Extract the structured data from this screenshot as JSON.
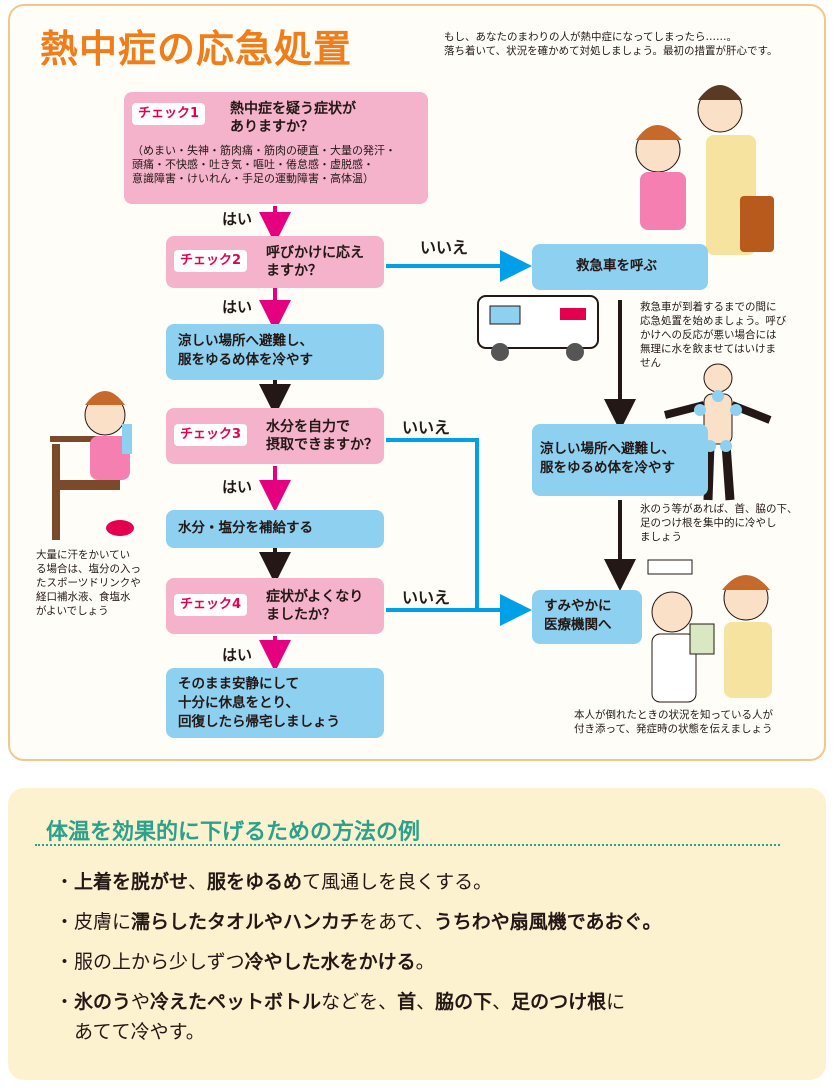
{
  "title": "熱中症の応急処置",
  "intro": [
    "もし、あなたのまわりの人が熱中症になってしまったら……。",
    "落ち着いて、状況を確かめて対処しましょう。最初の措置が肝心です。"
  ],
  "check1": {
    "tag": "チェック1",
    "question": [
      "熱中症を疑う症状が",
      "ありますか？"
    ],
    "detail": [
      "（めまい・失神・筋肉痛・筋肉の硬直・大量の発汗・",
      "頭痛・不快感・吐き気・嘔吐・倦怠感・虚脱感・",
      "意識障害・けいれん・手足の運動障害・高体温）"
    ]
  },
  "check2": {
    "tag": "チェック2",
    "question": [
      "呼びかけに応え",
      "ますか？"
    ]
  },
  "check3": {
    "tag": "チェック3",
    "question": [
      "水分を自力で",
      "摂取できますか？"
    ]
  },
  "check4": {
    "tag": "チェック4",
    "question": [
      "症状がよくなり",
      "ましたか？"
    ]
  },
  "yes": "はい",
  "no": "いいえ",
  "action_cool": [
    "涼しい場所へ避難し、",
    "服をゆるめ体を冷やす"
  ],
  "action_water": "水分・塩分を補給する",
  "action_rest": [
    "そのまま安静にして",
    "十分に休息をとり、",
    "回復したら帰宅しましょう"
  ],
  "ambulance": "救急車を呼ぶ",
  "ambulance_note": [
    "救急車が到着するまでの間に",
    "応急処置を始めましょう。呼び",
    "かけへの反応が悪い場合には",
    "無理に水を飲ませてはいけま",
    "せん"
  ],
  "ice_note": [
    "氷のう等があれば、首、脇の下、",
    "足のつけ根を集中的に冷やし",
    "ましょう"
  ],
  "hospital": [
    "すみやかに",
    "医療機関へ"
  ],
  "sweat_note": [
    "大量に汗をかいてい",
    "る場合は、塩分の入っ",
    "たスポーツドリンクや",
    "経口補水液、食塩水",
    "がよいでしょう"
  ],
  "accompany_note": [
    "本人が倒れたときの状況を知っている人が",
    "付き添って、発症時の状態を伝えましょう"
  ],
  "methods": {
    "title": "体温を効果的に下げるための方法の例",
    "items": [
      [
        {
          "t": "・",
          "b": false
        },
        {
          "t": "上着を脱がせ",
          "b": true
        },
        {
          "t": "、",
          "b": false
        },
        {
          "t": "服をゆるめ",
          "b": true
        },
        {
          "t": "て風通しを良くする。",
          "b": false
        }
      ],
      [
        {
          "t": "・皮膚に",
          "b": false
        },
        {
          "t": "濡らしたタオルやハンカチ",
          "b": true
        },
        {
          "t": "をあて、",
          "b": false
        },
        {
          "t": "うちわや扇風機であおぐ。",
          "b": true
        }
      ],
      [
        {
          "t": "・服の上から少しずつ",
          "b": false
        },
        {
          "t": "冷やした水をかける",
          "b": true
        },
        {
          "t": "。",
          "b": false
        }
      ],
      [
        {
          "t": "・",
          "b": false
        },
        {
          "t": "氷のう",
          "b": true
        },
        {
          "t": "や",
          "b": false
        },
        {
          "t": "冷えたペットボトル",
          "b": true
        },
        {
          "t": "などを、",
          "b": false
        },
        {
          "t": "首",
          "b": true
        },
        {
          "t": "、",
          "b": false
        },
        {
          "t": "脇の下",
          "b": true
        },
        {
          "t": "、",
          "b": false
        },
        {
          "t": "足のつけ根",
          "b": true
        },
        {
          "t": "に",
          "b": false
        }
      ],
      [
        {
          "t": "　あてて冷やす。",
          "b": false
        }
      ]
    ]
  },
  "colors": {
    "orange": "#ef7d1a",
    "pink": "#f4b3cb",
    "blue": "#8dd0f0",
    "arrow_pink": "#e5007f",
    "arrow_blue": "#00a0e9",
    "green": "#2aa18a"
  }
}
